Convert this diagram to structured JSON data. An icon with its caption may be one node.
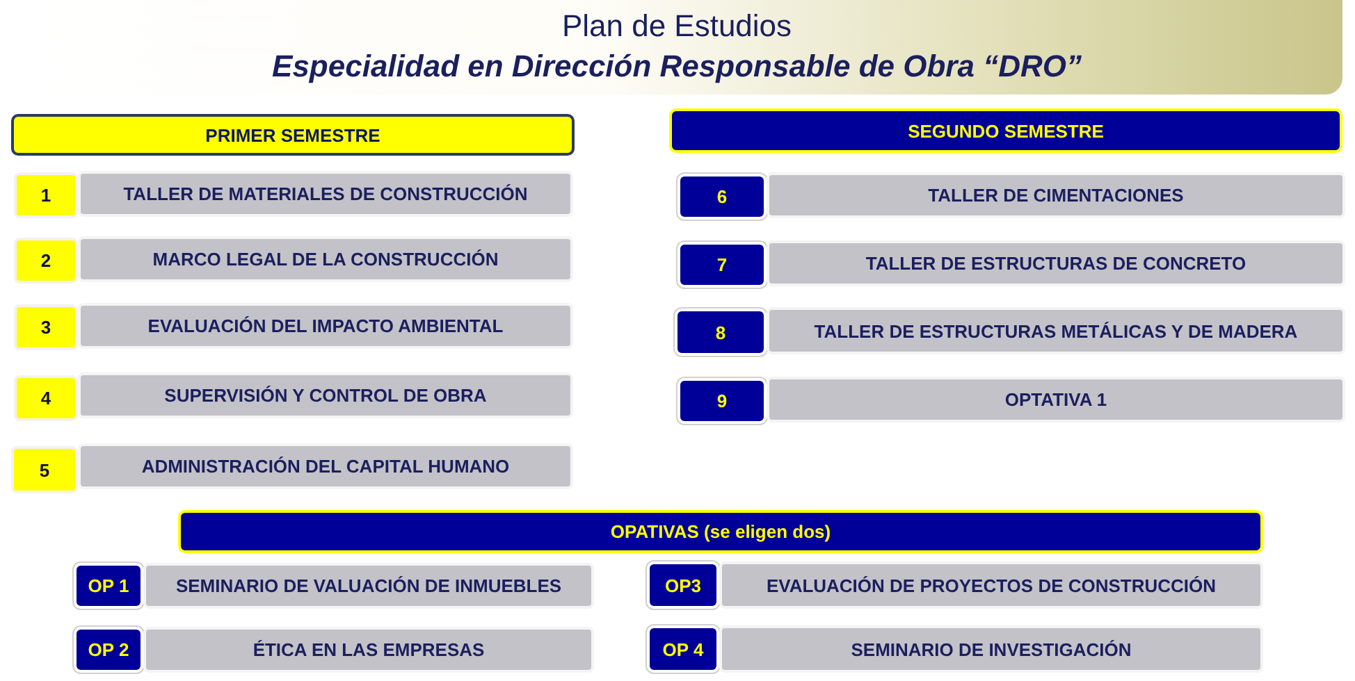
{
  "diagram": {
    "title": "Plan de Estudios",
    "nodes": [
      {
        "text": [
          "PRIMER SEMESTRE"
        ]
      },
      {
        "text": [
          "1"
        ]
      },
      {
        "text": [
          "TALLER DE MATERIALES DE CONSTRUCCIÓN"
        ]
      },
      {
        "text": [
          "2"
        ]
      },
      {
        "text": [
          "MARCO LEGAL DE LA CONSTRUCCIÓN"
        ]
      },
      {
        "text": [
          "3"
        ]
      },
      {
        "text": [
          "EVALUACIÓN DEL IMPACTO AMBIENTAL"
        ]
      },
      {
        "text": [
          "4"
        ]
      },
      {
        "text": [
          "SUPERVISIÓN Y CONTROL DE OBRA"
        ]
      },
      {
        "text": [
          "5"
        ]
      },
      {
        "text": [
          "ADMINISTRACIÓN DEL CAPITAL HUMANO"
        ]
      },
      {
        "text": [
          "SEGUNDO SEMESTRE"
        ]
      },
      {
        "text": [
          "6"
        ]
      },
      {
        "text": [
          "TALLER DE CIMENTACIONES"
        ]
      },
      {
        "text": [
          "7"
        ]
      },
      {
        "text": [
          "TALLER DE ESTRUCTURAS DE CONCRETO"
        ]
      },
      {
        "text": [
          "8"
        ]
      },
      {
        "text": [
          "TALLER DE ESTRUCTURAS METÁLICAS Y DE MADERA"
        ]
      },
      {
        "text": [
          "9"
        ]
      },
      {
        "text": [
          "OPTATIVA 1"
        ]
      },
      {
        "text": [
          "OPATIVAS (se eligen dos)"
        ]
      },
      {
        "text": [
          "OP 1"
        ]
      },
      {
        "text": [
          "SEMINARIO DE VALUACIÓN DE INMUEBLES"
        ]
      },
      {
        "text": [
          "OP 2"
        ]
      },
      {
        "text": [
          "ÉTICA EN LAS EMPRESAS"
        ]
      },
      {
        "text": [
          "OP3"
        ]
      },
      {
        "text": [
          "EVALUACIÓN DE PROYECTOS DE CONSTRUCCIÓN"
        ]
      },
      {
        "text": [
          "OP 4"
        ]
      },
      {
        "text": [
          "SEMINARIO DE INVESTIGACIÓN"
        ]
      }
    ],
    "labels": [
      "Especialidad en Dirección Responsable de Obra “DRO”"
    ]
  }
}
